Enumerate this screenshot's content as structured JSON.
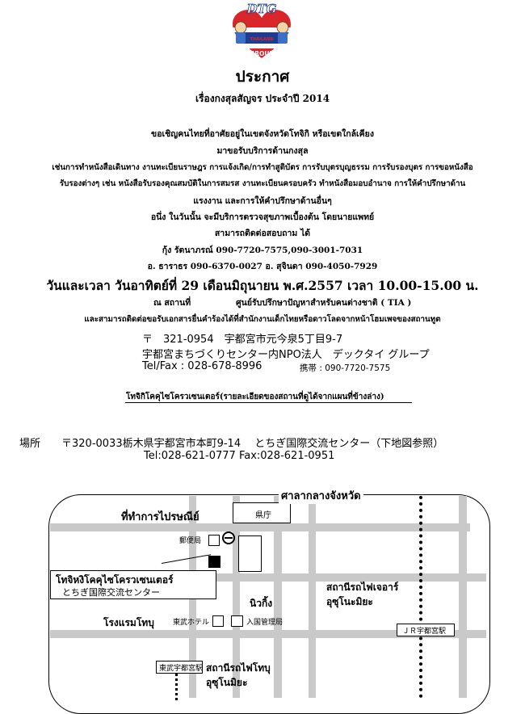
{
  "header": {
    "logo_top_text": "DTG",
    "logo_small_text": "THAILAND",
    "logo_bottom_text": "DEKTHAI GROUP",
    "title": "ประกาศ",
    "subtitle": "เรื่องกงสุลสัญจร ประจำปี 2014"
  },
  "body": {
    "lines": [
      "ขอเชิญคนไทยที่อาศัยอยู่ในเขตจังหวัดโทจิกิ หรือเขตใกล้เคียง",
      "มาขอรับบริการด้านกงสุล",
      "เช่นการทำหนังสือเดินทาง งานทะเบียนราษฎร การแจ้งเกิด/การทำสูติบัตร การรับบุตรบุญธรรม การรับรองบุตร การขอหนังสือ",
      "รับรองต่างๆ เช่น หนังสือรับรองคุณสมบัติในการสมรส งานทะเบียนครอบครัว ทำหนังสือมอบอำนาจ การให้คำปรึกษาด้าน",
      "แรงงาน และการให้คำปรึกษาด้านอื่นๆ",
      "อนึ่ง ในวันนั้น จะมีบริการตรวจสุขภาพเบื้องต้น โดยนายแพทย์",
      "สามารถติดต่อสอบถาม ได้",
      "กุ้ง รัตนาภรณ์ 090-7720-7575,090-3001-7031",
      "อ. ธาราธร 090-6370-0027 อ. สุจินดา 090-4050-7929"
    ],
    "datetime": "วันและเวลา    วันอาทิตย์ที่ 29 เดือนมิถุนายน พ.ศ.2557 เวลา 10.00-15.00 น.",
    "venue_label": "ณ สถานที่",
    "venue_value": "ศูนย์รับปรึกษาปัญหาสำหรับคนต่างชาติ ( TIA )",
    "embassy_note": "และสามารถติดต่อขอรับเอกสารยื่นคำร้องได้ที่สำนักงานเด็กไทยหรือดาวโลดจากหน้าโฮมเพจของสถานทูต"
  },
  "contact": {
    "postal": "〒　321-0954　宇都宮市元今泉5丁目9-7",
    "org": "宇都宮まちづくりセンター内NPO法人　デックタイ グループ",
    "tel_fax": "Tel/Fax : 028-678-8996",
    "mobile": "携帯 : 090-7720-7575"
  },
  "location": {
    "heading": "โทจิกิโคคุไซโครวเซนเตอร์(รายละเอียดของสถานที่ดูได้จากแผนที่ข้างล่าง)",
    "place_label": "場所",
    "address": "〒320-0033栃木県宇都宮市本町9-14　 とちぎ国際交流センター（下地図参照）",
    "tel_fax": "Tel:028-621-0777 Fax:028-621-0951"
  },
  "map": {
    "labels": {
      "prefecture_office_th": "ศาลากลางจังหวัด",
      "post_office_th": "ที่ทำการไปรษณีย์",
      "prefecture_office_jp": "県庁",
      "post_office_jp": "郵便局",
      "center_th": "โทจิหงิโคคุไซโครวเซนเตอร์",
      "center_jp": "とちぎ国際交流センター",
      "jr_station_th_1": "สถานีรถไฟเจอาร์",
      "jr_station_th_2": "อุซุโนะมิยะ",
      "niwagi": "นิวกิ้ง",
      "hotel_th": "โรงแรมโทบุ",
      "hotel_jp": "東武ホテル",
      "immigration_jp": "入国管理局",
      "jr_station_jp": "ＪＲ宇都宮駅",
      "tobu_station_jp": "東武宇都宮駅",
      "tobu_station_th_1": "สถานีรถไฟโทบุ",
      "tobu_station_th_2": "อุซุโนมิยะ"
    }
  }
}
